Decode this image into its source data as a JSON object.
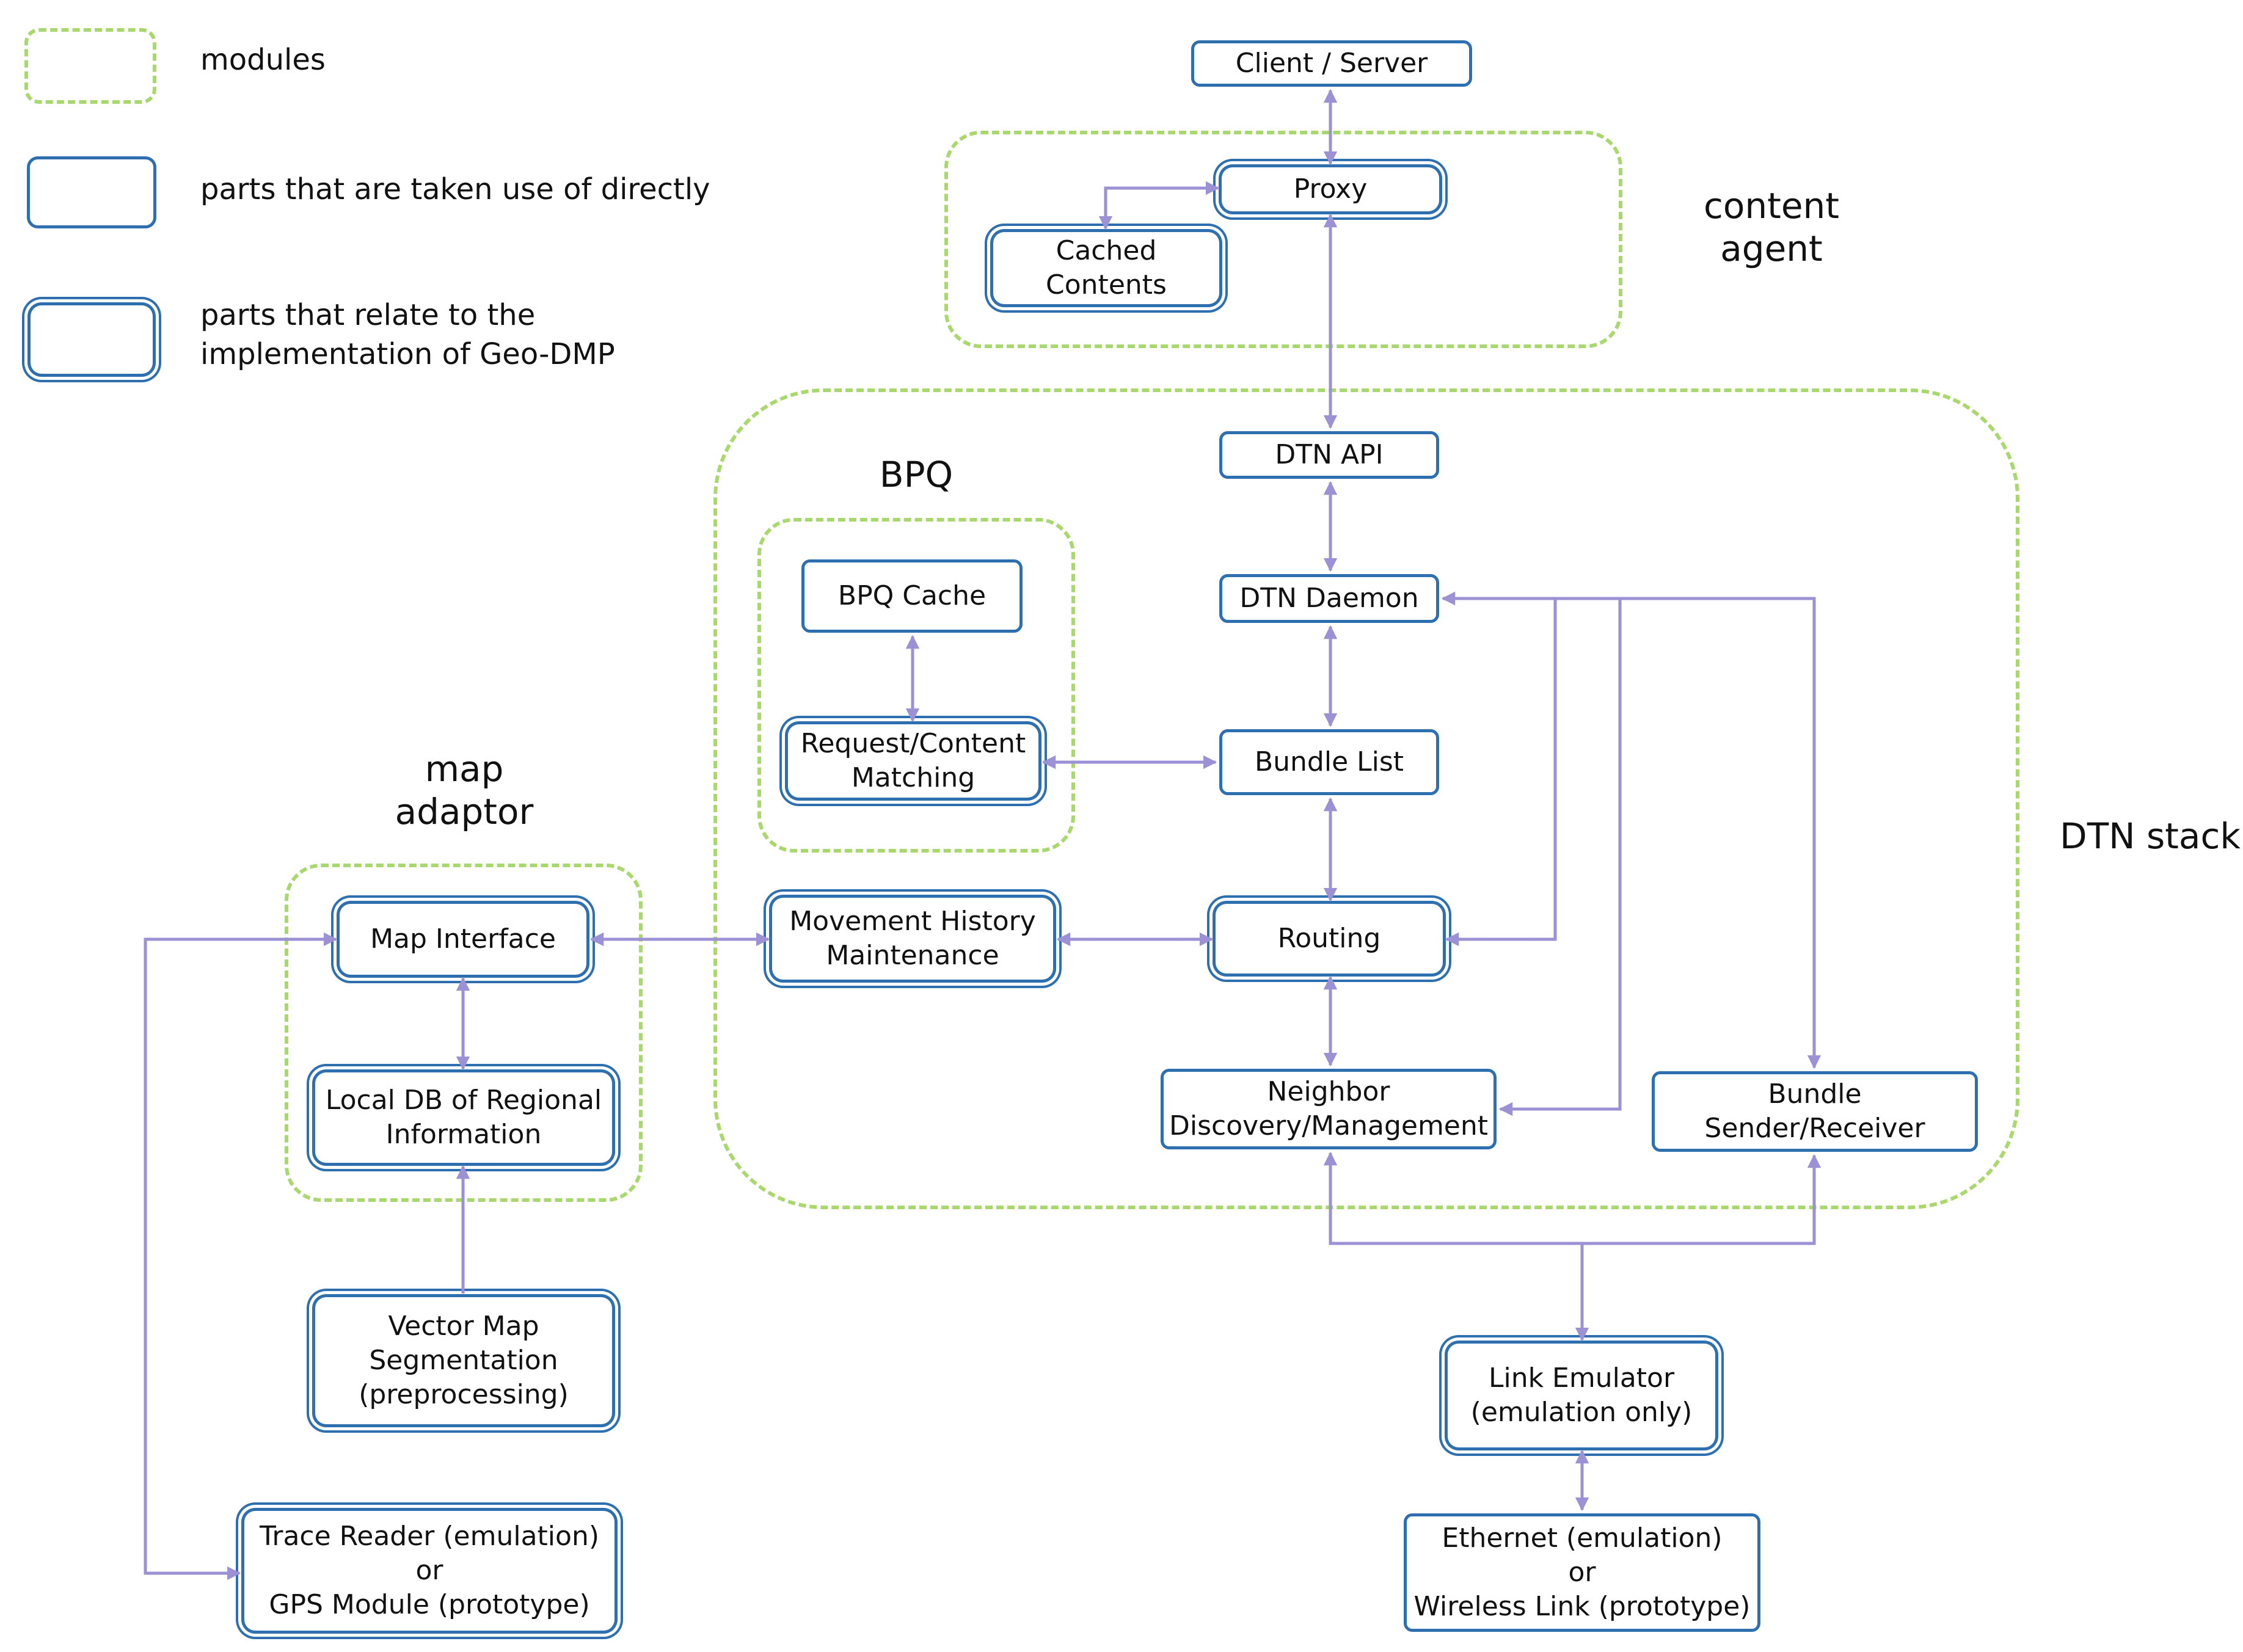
{
  "legend": {
    "modules": "modules",
    "direct": "parts that are taken use of directly",
    "geo": "parts that relate to the\nimplementation of Geo-DMP"
  },
  "module_labels": {
    "content_agent": "content\nagent",
    "bpq": "BPQ",
    "map_adaptor": "map\nadaptor",
    "dtn_stack": "DTN stack"
  },
  "nodes": {
    "client_server": "Client / Server",
    "proxy": "Proxy",
    "cached_contents": "Cached\nContents",
    "dtn_api": "DTN API",
    "dtn_daemon": "DTN Daemon",
    "bpq_cache": "BPQ Cache",
    "request_matching": "Request/Content\nMatching",
    "bundle_list": "Bundle List",
    "routing": "Routing",
    "movement_history": "Movement History\nMaintenance",
    "map_interface": "Map Interface",
    "local_db": "Local DB of Regional\nInformation",
    "vector_map": "Vector Map\nSegmentation\n(preprocessing)",
    "trace_reader": "Trace Reader (emulation)\nor\nGPS Module (prototype)",
    "neighbor_discovery": "Neighbor\nDiscovery/Management",
    "bundle_sender": "Bundle\nSender/Receiver",
    "link_emulator": "Link Emulator\n(emulation only)",
    "ethernet": "Ethernet (emulation)\nor\nWireless Link (prototype)"
  },
  "colors": {
    "module_border": "#a9d86e",
    "box_border": "#2e6fb0",
    "arrow": "#9b91d4"
  }
}
